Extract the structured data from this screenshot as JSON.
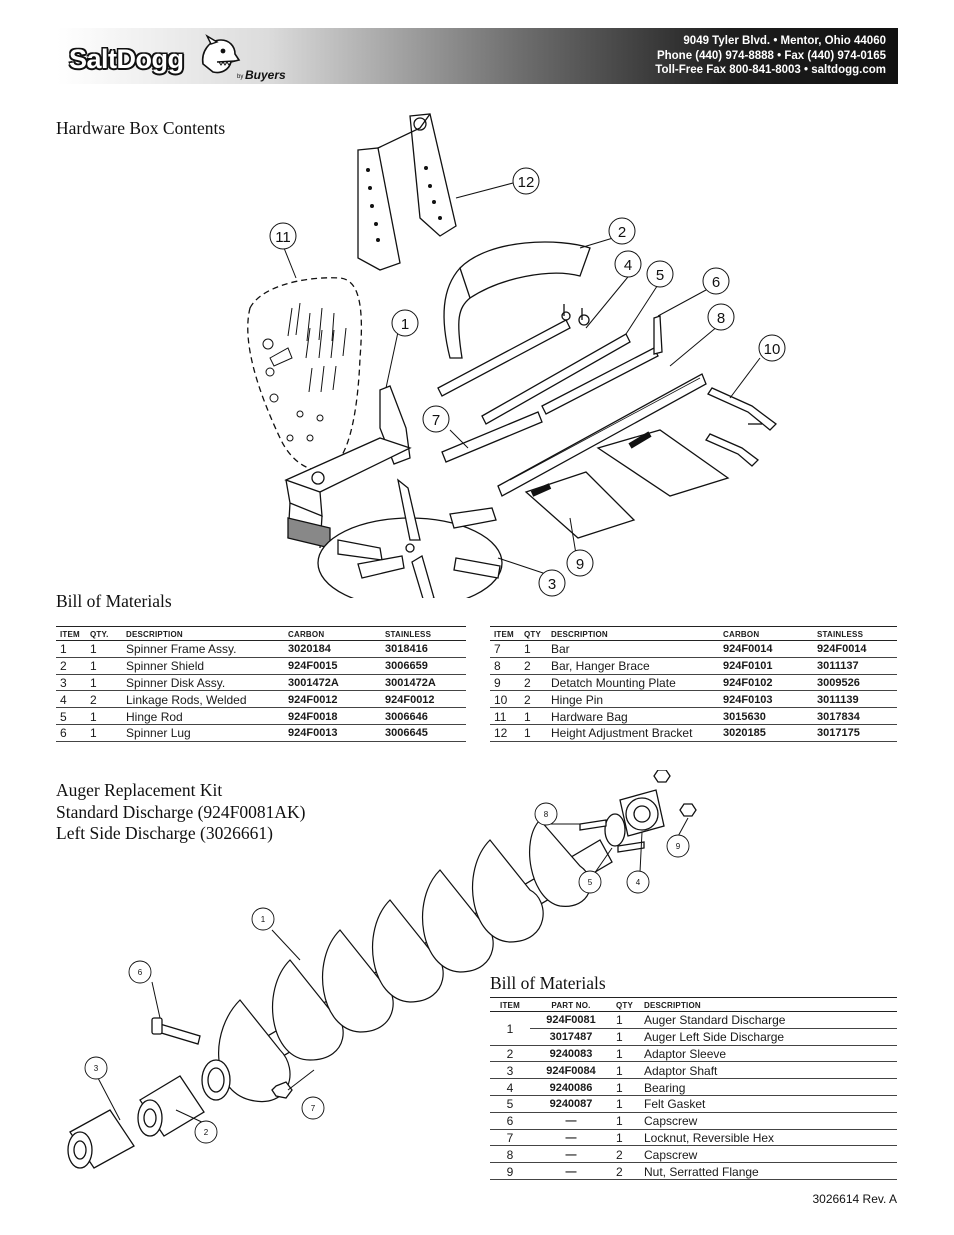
{
  "header": {
    "logo_text": "SaltDogg",
    "logo_by": "by",
    "logo_brand": "Buyers",
    "address_line1": "9049 Tyler Blvd. • Mentor, Ohio 44060",
    "address_line2": "Phone (440) 974-8888 • Fax (440) 974-0165",
    "address_line3": "Toll-Free Fax 800-841-8003 • saltdogg.com"
  },
  "hardware_section": {
    "title": "Hardware Box Contents",
    "callouts": [
      "1",
      "2",
      "3",
      "4",
      "5",
      "6",
      "7",
      "8",
      "9",
      "10",
      "11",
      "12"
    ]
  },
  "bom1": {
    "title": "Bill of Materials",
    "headers": [
      "ITEM",
      "QTY.",
      "DESCRIPTION",
      "CARBON",
      "STAINLESS"
    ],
    "left_rows": [
      {
        "item": "1",
        "qty": "1",
        "desc": "Spinner Frame Assy.",
        "carbon": "3020184",
        "stainless": "3018416"
      },
      {
        "item": "2",
        "qty": "1",
        "desc": "Spinner Shield",
        "carbon": "924F0015",
        "stainless": "3006659"
      },
      {
        "item": "3",
        "qty": "1",
        "desc": "Spinner Disk Assy.",
        "carbon": "3001472A",
        "stainless": "3001472A"
      },
      {
        "item": "4",
        "qty": "2",
        "desc": "Linkage Rods, Welded",
        "carbon": "924F0012",
        "stainless": "924F0012"
      },
      {
        "item": "5",
        "qty": "1",
        "desc": "Hinge Rod",
        "carbon": "924F0018",
        "stainless": "3006646"
      },
      {
        "item": "6",
        "qty": "1",
        "desc": "Spinner Lug",
        "carbon": "924F0013",
        "stainless": "3006645"
      }
    ],
    "right_headers": [
      "ITEM",
      "QTY",
      "DESCRIPTION",
      "CARBON",
      "STAINLESS"
    ],
    "right_rows": [
      {
        "item": "7",
        "qty": "1",
        "desc": "Bar",
        "carbon": "924F0014",
        "stainless": "924F0014"
      },
      {
        "item": "8",
        "qty": "2",
        "desc": "Bar, Hanger Brace",
        "carbon": "924F0101",
        "stainless": "3011137"
      },
      {
        "item": "9",
        "qty": "2",
        "desc": "Detatch Mounting Plate",
        "carbon": "924F0102",
        "stainless": "3009526"
      },
      {
        "item": "10",
        "qty": "2",
        "desc": "Hinge Pin",
        "carbon": "924F0103",
        "stainless": "3011139"
      },
      {
        "item": "11",
        "qty": "1",
        "desc": "Hardware Bag",
        "carbon": "3015630",
        "stainless": "3017834"
      },
      {
        "item": "12",
        "qty": "1",
        "desc": "Height Adjustment Bracket",
        "carbon": "3020185",
        "stainless": "3017175"
      }
    ]
  },
  "auger_section": {
    "title_line1": "Auger Replacement Kit",
    "title_line2": "Standard Discharge (924F0081AK)",
    "title_line3": "Left Side Discharge (3026661)",
    "callouts": [
      "1",
      "2",
      "3",
      "4",
      "5",
      "6",
      "7",
      "8",
      "9"
    ]
  },
  "bom2": {
    "title": "Bill of Materials",
    "headers": [
      "ITEM",
      "PART NO.",
      "QTY",
      "DESCRIPTION"
    ],
    "rows": [
      {
        "item": "1",
        "part": "924F0081",
        "qty": "1",
        "desc": "Auger Standard Discharge"
      },
      {
        "item": "",
        "part": "3017487",
        "qty": "1",
        "desc": "Auger Left Side Discharge"
      },
      {
        "item": "2",
        "part": "9240083",
        "qty": "1",
        "desc": "Adaptor Sleeve"
      },
      {
        "item": "3",
        "part": "924F0084",
        "qty": "1",
        "desc": "Adaptor Shaft"
      },
      {
        "item": "4",
        "part": "9240086",
        "qty": "1",
        "desc": "Bearing"
      },
      {
        "item": "5",
        "part": "9240087",
        "qty": "1",
        "desc": "Felt Gasket"
      },
      {
        "item": "6",
        "part": "—",
        "qty": "1",
        "desc": "Capscrew"
      },
      {
        "item": "7",
        "part": "—",
        "qty": "1",
        "desc": "Locknut, Reversible Hex"
      },
      {
        "item": "8",
        "part": "—",
        "qty": "2",
        "desc": "Capscrew"
      },
      {
        "item": "9",
        "part": "—",
        "qty": "2",
        "desc": "Nut, Serratted Flange"
      }
    ]
  },
  "footer": {
    "doc_number": "3026614  Rev. A"
  }
}
